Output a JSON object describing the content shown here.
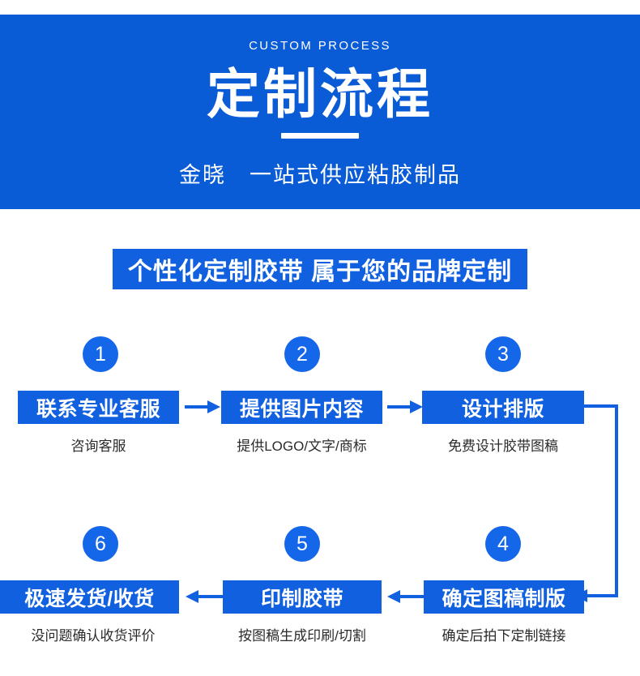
{
  "header": {
    "eyebrow": "CUSTOM PROCESS",
    "title": "定制流程",
    "subtitle": "金晓　一站式供应粘胶制品",
    "background_color": "#0a5bd6",
    "text_color": "#ffffff"
  },
  "section_banner": {
    "text": "个性化定制胶带  属于您的品牌定制",
    "background_color": "#1160e0",
    "text_color": "#ffffff"
  },
  "flow": {
    "accent_color": "#1160e0",
    "circle_color": "#1467e8",
    "caption_color": "#2b2b2b",
    "steps": [
      {
        "number": "1",
        "title": "联系专业客服",
        "caption": "咨询客服"
      },
      {
        "number": "2",
        "title": "提供图片内容",
        "caption": "提供LOGO/文字/商标"
      },
      {
        "number": "3",
        "title": "设计排版",
        "caption": "免费设计胶带图稿"
      },
      {
        "number": "4",
        "title": "确定图稿制版",
        "caption": "确定后拍下定制链接"
      },
      {
        "number": "5",
        "title": "印制胶带",
        "caption": "按图稿生成印刷/切割"
      },
      {
        "number": "6",
        "title": "极速发货/收货",
        "caption": "没问题确认收货评价"
      }
    ]
  }
}
